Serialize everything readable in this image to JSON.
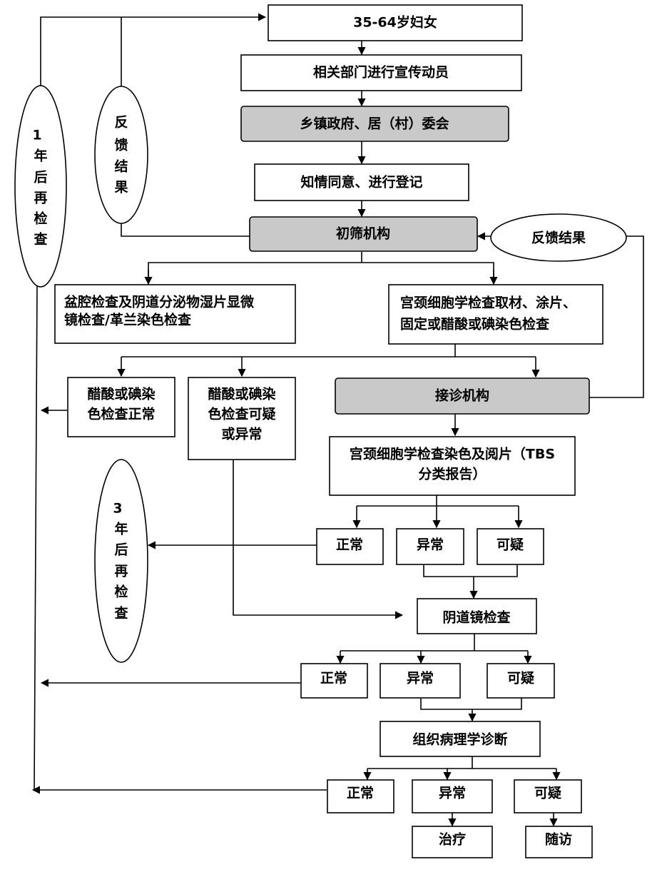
{
  "nodes": {
    "women": "35-64岁妇女",
    "publicity": "相关部门进行宣传动员",
    "township": "乡镇政府、居（村）委会",
    "consent": "知情同意、进行登记",
    "screening": "初筛机构",
    "feedback_right": "反馈结果",
    "pelvic_1": "盆腔检查及阴道分泌物湿片显微",
    "pelvic_2": "镜检查/革兰染色检查",
    "cyto_1": "宫颈细胞学检查取材、涂片、",
    "cyto_2": "固定或醋酸或碘染色检查",
    "via_normal_1": "醋酸或碘染",
    "via_normal_2": "色检查正常",
    "via_abn_1": "醋酸或碘染",
    "via_abn_2": "色检查可疑",
    "via_abn_3": "或异常",
    "referral": "接诊机构",
    "tbs_1": "宫颈细胞学检查染色及阅片（TBS",
    "tbs_2": "分类报告）",
    "normal_1": "正常",
    "abnormal_1": "异常",
    "suspicious_1": "可疑",
    "colposcopy": "阴道镜检查",
    "normal_2": "正常",
    "abnormal_2": "异常",
    "suspicious_2": "可疑",
    "pathology": "组织病理学诊断",
    "normal_3": "正常",
    "abnormal_3": "异常",
    "suspicious_3": "可疑",
    "treatment": "治疗",
    "followup": "随访"
  },
  "side_labels": {
    "one_year_num": "1",
    "one_year_chars": [
      "年",
      "后",
      "再",
      "检",
      "查"
    ],
    "feedback_chars": [
      "反",
      "馈",
      "结",
      "果"
    ],
    "three_year_num": "3",
    "three_year_chars": [
      "年",
      "后",
      "再",
      "检",
      "查"
    ]
  }
}
